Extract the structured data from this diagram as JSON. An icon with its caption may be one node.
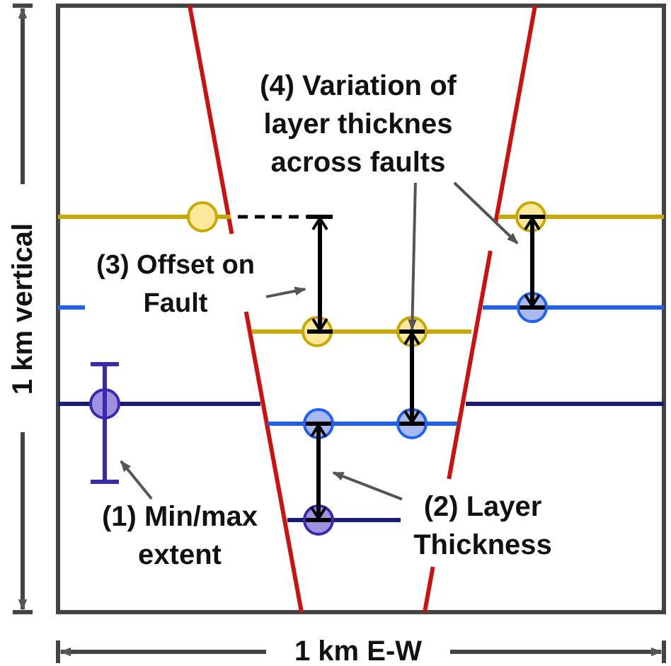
{
  "diagram": {
    "nodes": [
      {
        "text": [
          "(4) Variation of layer thicknes across faults"
        ]
      },
      {
        "text": [
          "(3) Offset on Fault"
        ]
      },
      {
        "text": [
          "(1) Min/max extent"
        ]
      },
      {
        "text": [
          "(2) Layer Thickness"
        ]
      },
      {
        "text": [],
        "shape": "bar"
      },
      {
        "text": [],
        "shape": "arrow"
      },
      {
        "text": [],
        "shape": "arrow"
      },
      {
        "text": [],
        "shape": "arrow"
      },
      {
        "text": [],
        "shape": "arrow"
      }
    ],
    "edges": [
      {
        "from": 1,
        "to": 5,
        "arrow": "to"
      },
      {
        "from": 0,
        "to": 7,
        "arrow": "to"
      },
      {
        "from": 0,
        "to": 8,
        "arrow": "to"
      },
      {
        "from": 2,
        "to": 4,
        "arrow": "to"
      },
      {
        "from": 3,
        "to": 6,
        "arrow": "to"
      }
    ],
    "labels": [
      "1 km vertical",
      "1 km E-W"
    ]
  }
}
